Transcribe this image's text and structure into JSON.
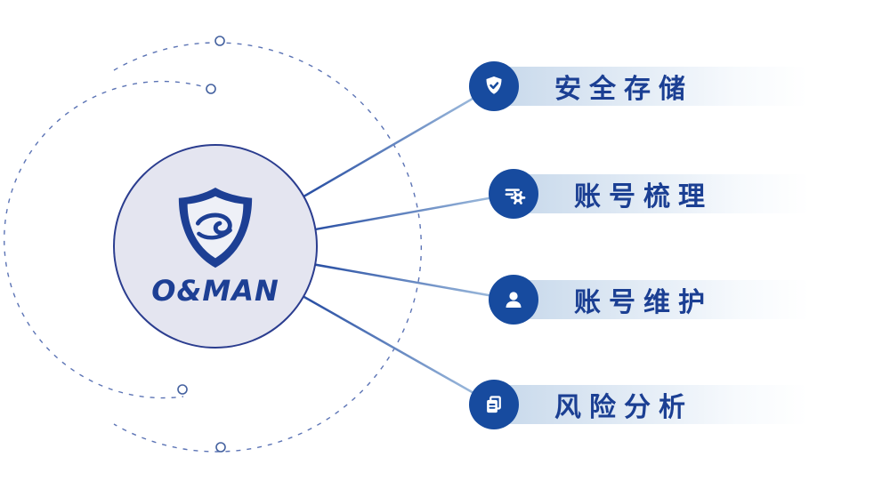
{
  "logo": {
    "text": "O&MAN",
    "icon": "shield-wave-icon"
  },
  "features": [
    {
      "label": "安全存储",
      "icon": "shield-check-icon"
    },
    {
      "label": "账号梳理",
      "icon": "list-gear-icon"
    },
    {
      "label": "账号维护",
      "icon": "user-icon"
    },
    {
      "label": "风险分析",
      "icon": "documents-icon"
    }
  ],
  "colors": {
    "navy": "#1d3f94",
    "icon_circle_blue": "#174b9f",
    "center_circle_fill": "#e4e5f0",
    "center_circle_border": "#2b3d8f",
    "pill_gradient_start": "#c5d7ea",
    "pill_gradient_end": "#ffffff",
    "connector_start": "#1d3f94",
    "connector_end": "#a9c6e2",
    "dashed_arc": "#5c74b5"
  }
}
